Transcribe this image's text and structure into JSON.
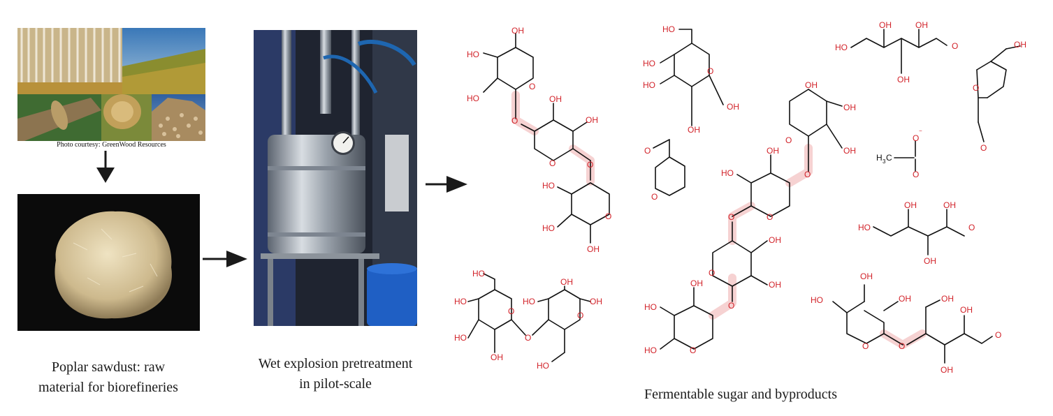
{
  "photo_credit": "Photo courtesy: GreenWood Resources",
  "captions": {
    "sawdust_line1": "Poplar sawdust: raw",
    "sawdust_line2": "material for biorefineries",
    "pretreat_line1": "Wet explosion pretreatment",
    "pretreat_line2": "in pilot-scale",
    "products": "Fermentable sugar and byproducts"
  },
  "chem": {
    "OH": "OH",
    "HO": "HO",
    "O": "O",
    "H": "H",
    "C": "C",
    "three": "3",
    "minus": "−"
  },
  "colors": {
    "heteroatom": "#d2232a",
    "bond": "#111111",
    "glycosidic_highlight": "#f6d2d2",
    "arrow": "#1a1a1a"
  }
}
